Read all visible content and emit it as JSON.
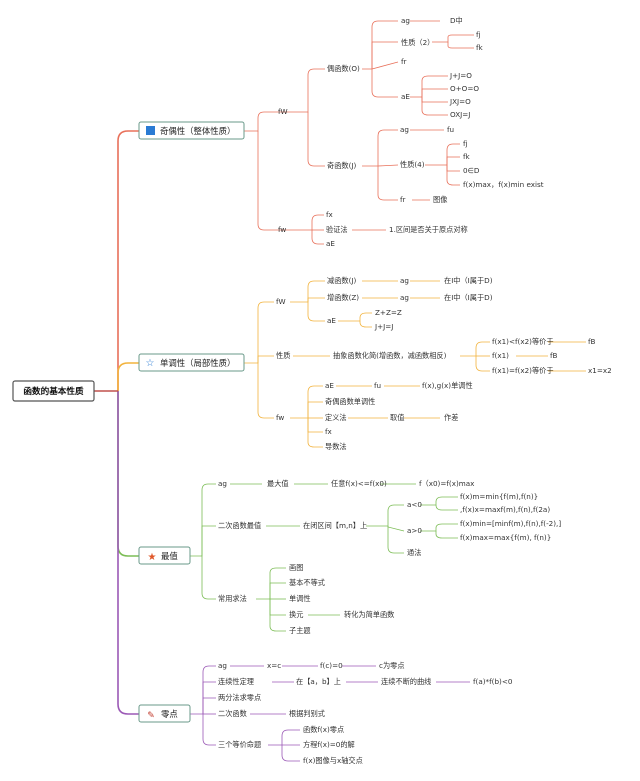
{
  "root": "函数的基本性质",
  "branches": {
    "parity": {
      "title": "奇偶性（整体性质）",
      "color": "#e8705a",
      "fW": "fW",
      "even": {
        "label": "偶函数(O)",
        "ag": "ag",
        "ag_value": "D中",
        "property": "性质（2）",
        "p1": "fj",
        "p2": "fk",
        "fr": "fr",
        "aE": "aE",
        "e1": "J+J=O",
        "e2": "O+O=O",
        "e3": "JXJ=O",
        "e4": "OXJ=J"
      },
      "odd": {
        "label": "奇函数(J)",
        "ag": "ag",
        "ag_value": "fu",
        "property": "性质(4)",
        "p1": "fj",
        "p2": "fk",
        "p3": "0∈D",
        "p4": "f(x)max，f(x)min exist",
        "fr": "fr",
        "fr_value": "图像"
      },
      "fw": "fw",
      "fx": "fx",
      "verify": "验证法",
      "verify_step": "1.区间是否关于原点对称",
      "aE": "aE"
    },
    "monotonic": {
      "title": "单调性（局部性质）",
      "color": "#f2b33d",
      "fW": "fW",
      "dec": "减函数(J)",
      "dec_ag": "ag",
      "dec_value": "在I中（I属于D)",
      "inc": "增函数(Z)",
      "inc_ag": "ag",
      "inc_value": "在I中（I属于D)",
      "aE": "aE",
      "aE1": "Z+Z=Z",
      "aE2": "J+J=J",
      "property": "性质",
      "prop_value": "抽象函数化简(增函数，减函数相反)",
      "c1": "f(x1)<f(x2)等价于",
      "c1r": "fB",
      "c2": "f(x1)",
      "c2r": "fB",
      "c3": "f(x1)=f(x2)等价于",
      "c3r": "x1=x2",
      "fw": "fw",
      "m_aE": "aE",
      "m_fu": "fu",
      "m_fu_value": "f(x),g(x)单调性",
      "parity_mono": "奇偶函数单调性",
      "definition": "定义法",
      "take": "取值",
      "diff": "作差",
      "fx": "fx",
      "derivative": "导数法"
    },
    "extremum": {
      "title": "最值",
      "color": "#7cbd56",
      "ag": "ag",
      "max": "最大值",
      "cond": "任意f(x)<=f(x0)",
      "result": "f（x0)=f(x)max",
      "quadratic": "二次函数最值",
      "interval": "在闭区间【m,n】上",
      "a_neg": "a<0",
      "an1": "f(x)m=min{f(m),f(n)}",
      "an2": ",f(x)x=maxf(m),f(n),f(2a)",
      "a_pos": "a>0",
      "ap1": "f(x)min=[minf(m),f(n),f(-2),]",
      "ap2": "f(x)max=max{f(m), f(n)}",
      "pass": "通法",
      "common": "常用求法",
      "m1": "画图",
      "m2": "基本不等式",
      "m3": "单调性",
      "m4": "换元",
      "m4_value": "转化为简单函数",
      "m5": "子主题"
    },
    "zero": {
      "title": "零点",
      "color": "#9b59b6",
      "ag": "ag",
      "x_eq_c": "x=c",
      "fc": "f(c)=0",
      "c_is": "c为零点",
      "continuity": "连续性定理",
      "on": "在【a，b】上",
      "curve": "连续不断的曲线",
      "fab": "f(a)*f(b)<0",
      "bisection": "两分法求零点",
      "quadratic": "二次函数",
      "discriminant": "根据判别式",
      "three": "三个等价命题",
      "e1": "函数f(x)零点",
      "e2": "方程f(x)=0的解",
      "e3": "f(x)图像与x轴交点"
    }
  }
}
